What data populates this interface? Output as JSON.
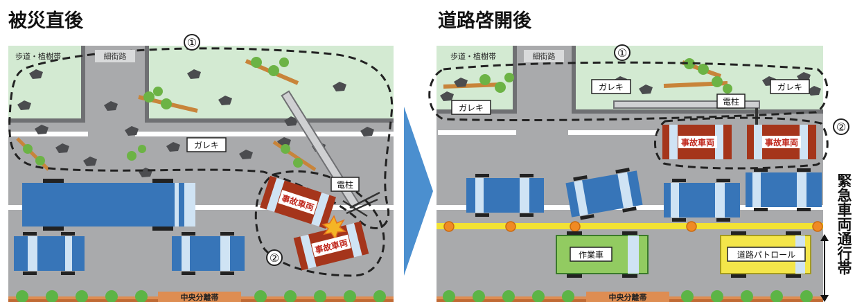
{
  "titles": {
    "left": "被災直後",
    "right": "道路啓開後"
  },
  "left": {
    "sidewalk": "歩道・植樹帯",
    "street": "細街路",
    "marker1": "①",
    "marker2": "②",
    "debris": "ガレキ",
    "pole": "電柱",
    "accident1": "事故車両",
    "accident2": "事故車両",
    "median": "中央分離帯"
  },
  "right": {
    "sidewalk": "歩道・植樹帯",
    "street": "細街路",
    "marker1": "①",
    "marker2": "②",
    "debris1": "ガレキ",
    "debris2": "ガレキ",
    "debris3": "ガレキ",
    "pole": "電柱",
    "accident1": "事故車両",
    "accident2": "事故車両",
    "work": "作業車",
    "patrol": "道路パトロール",
    "median": "中央分離帯"
  },
  "side_label": "緊急車両通行帯",
  "colors": {
    "grass": "#d3ead2",
    "road": "#a9aaac",
    "median": "#de8d52",
    "median_dot": "#5cb446",
    "blue_car": "#3775b8",
    "accident_car": "#a5351b",
    "work_car": "#92cb61",
    "patrol_car": "#f4e64a",
    "yellow_line": "#f2e234",
    "arrow": "#4b8fcf"
  }
}
